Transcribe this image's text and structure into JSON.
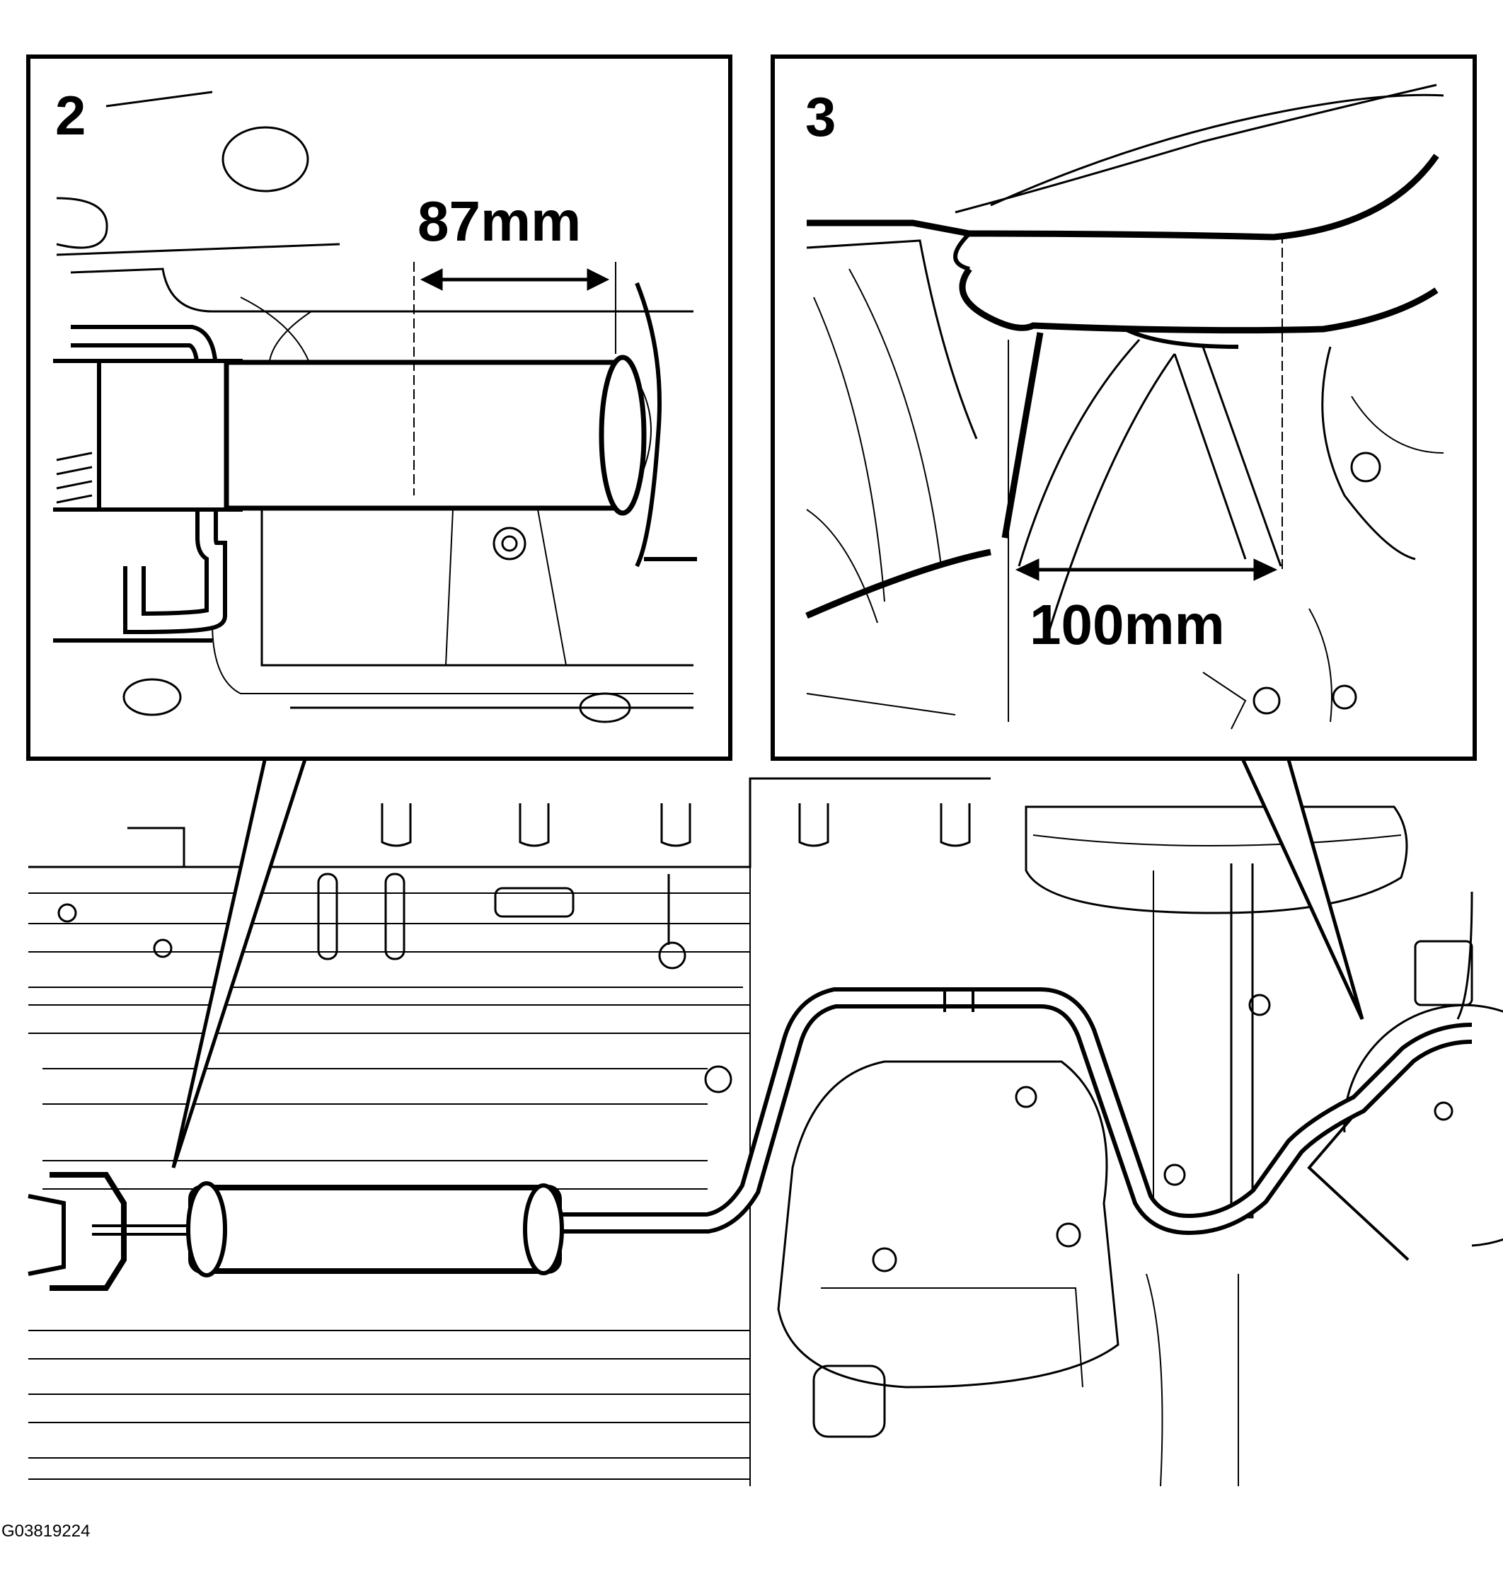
{
  "callouts": [
    {
      "number": "2",
      "measurement": "87mm"
    },
    {
      "number": "3",
      "measurement": "100mm"
    }
  ],
  "figure_id": "G03819224",
  "colors": {
    "ink": "#000000",
    "paper": "#ffffff"
  }
}
